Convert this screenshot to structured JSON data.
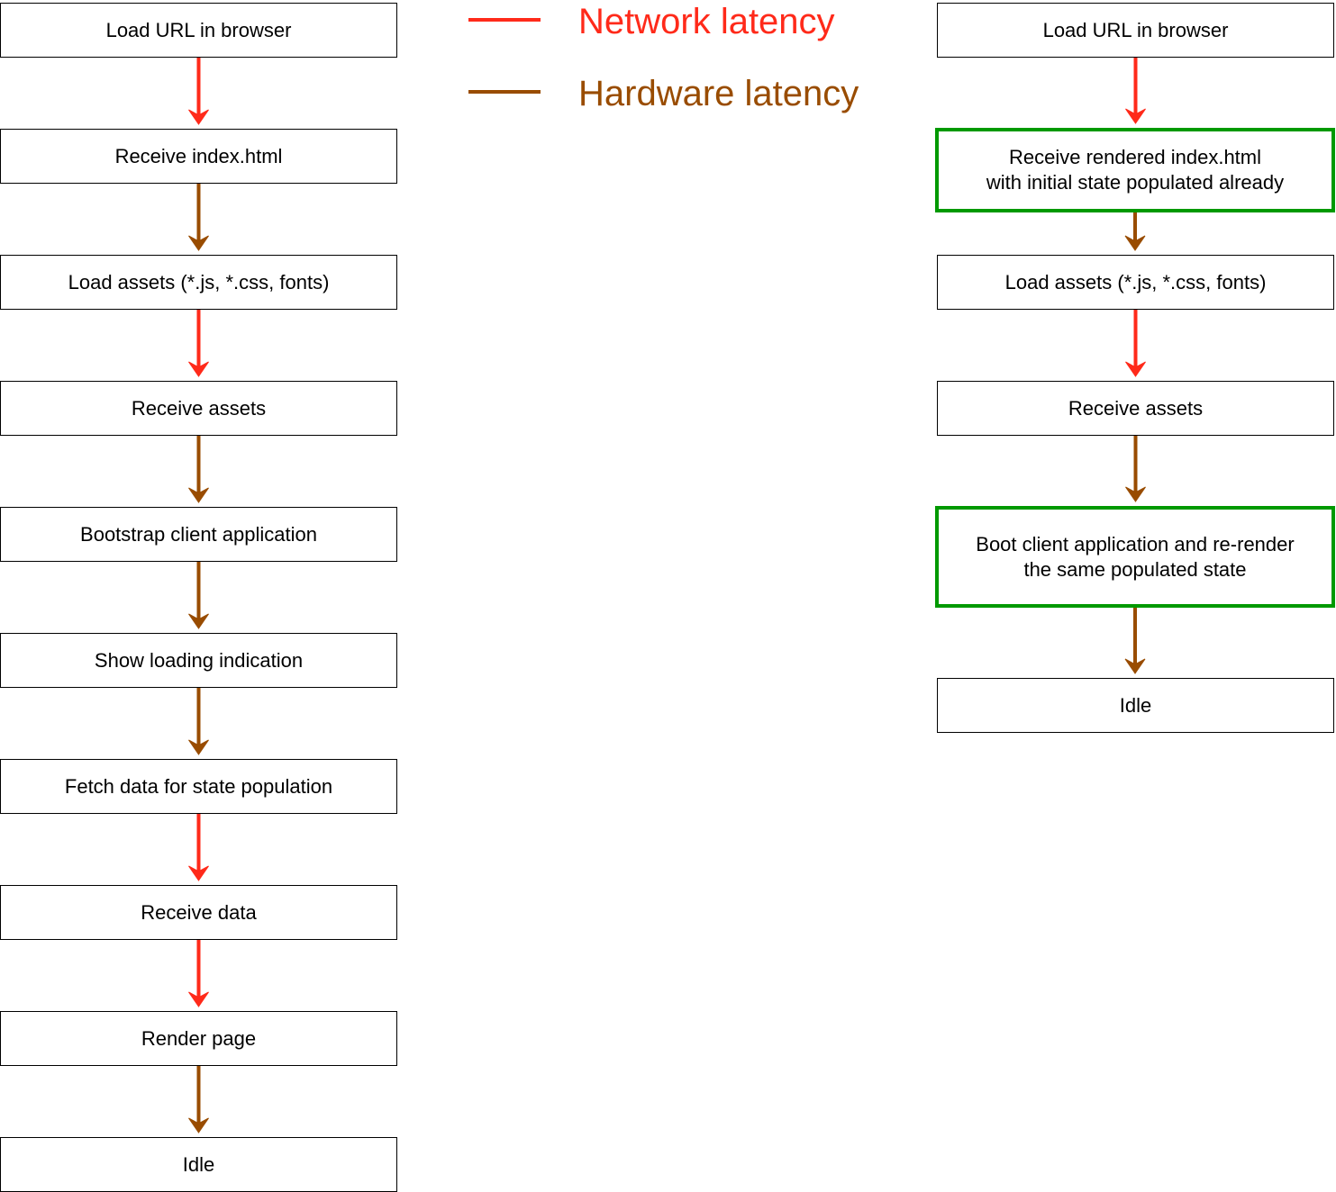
{
  "colors": {
    "network": "#ff2a1a",
    "hardware": "#994c00",
    "highlight": "#009900"
  },
  "legend": [
    {
      "label": "Network latency",
      "kind": "network"
    },
    {
      "label": "Hardware latency",
      "kind": "hardware"
    }
  ],
  "left_flow": {
    "steps": [
      "Load URL in browser",
      "Receive index.html",
      "Load assets (*.js, *.css, fonts)",
      "Receive assets",
      "Bootstrap client application",
      "Show loading indication",
      "Fetch data for state population",
      "Receive data",
      "Render page",
      "Idle"
    ],
    "links": [
      "network",
      "hardware",
      "network",
      "hardware",
      "hardware",
      "hardware",
      "network",
      "network",
      "hardware"
    ]
  },
  "right_flow": {
    "steps": [
      {
        "label": "Load URL in browser",
        "highlight": false
      },
      {
        "label": "Receive rendered index.html\nwith initial state populated already",
        "highlight": true
      },
      {
        "label": "Load assets (*.js, *.css, fonts)",
        "highlight": false
      },
      {
        "label": "Receive assets",
        "highlight": false
      },
      {
        "label": "Boot client application and re-render\nthe same populated state",
        "highlight": true
      },
      {
        "label": "Idle",
        "highlight": false
      }
    ],
    "links": [
      "network",
      "hardware",
      "network",
      "hardware",
      "hardware"
    ]
  }
}
